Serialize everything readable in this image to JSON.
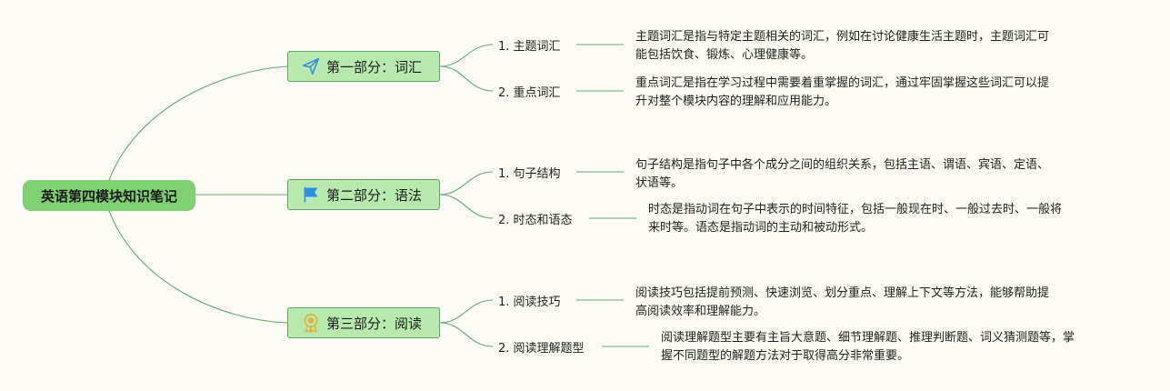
{
  "root": {
    "title": "英语第四模块知识笔记"
  },
  "sections": [
    {
      "title": "第一部分：词汇",
      "icon": "paper-plane-icon",
      "items": [
        {
          "label": "1. 主题词汇",
          "desc_lines": [
            "主题词汇是指与特定主题相关的词汇，例如在讨论健康生活主题时，主题词汇可",
            "能包括饮食、锻炼、心理健康等。"
          ]
        },
        {
          "label": "2. 重点词汇",
          "desc_lines": [
            "重点词汇是指在学习过程中需要着重掌握的词汇，通过牢固掌握这些词汇可以提",
            "升对整个模块内容的理解和应用能力。"
          ]
        }
      ]
    },
    {
      "title": "第二部分：语法",
      "icon": "flag-icon",
      "items": [
        {
          "label": "1. 句子结构",
          "desc_lines": [
            "句子结构是指句子中各个成分之间的组织关系，包括主语、谓语、宾语、定语、",
            "状语等。"
          ]
        },
        {
          "label": "2. 时态和语态",
          "desc_lines": [
            "时态是指动词在句子中表示的时间特征，包括一般现在时、一般过去时、一般将",
            "来时等。语态是指动词的主动和被动形式。"
          ]
        }
      ]
    },
    {
      "title": "第三部分：阅读",
      "icon": "award-medal-icon",
      "items": [
        {
          "label": "1. 阅读技巧",
          "desc_lines": [
            "阅读技巧包括提前预测、快速浏览、划分重点、理解上下文等方法，能够帮助提",
            "高阅读效率和理解能力。"
          ]
        },
        {
          "label": "2. 阅读理解题型",
          "desc_lines": [
            "阅读理解题型主要有主旨大意题、细节理解题、推理判断题、词义猜测题等，掌",
            "握不同题型的解题方法对于取得高分非常重要。"
          ]
        }
      ]
    }
  ],
  "colors": {
    "background": "#fdfcf4",
    "root_fill": "#7fcf73",
    "section_fill": "#b8eab0",
    "section_border": "#5da66c",
    "connector": "#6aa57a",
    "plane_icon": "#3e8fd6",
    "flag_icon": "#2f8fe0",
    "medal_icon": "#e0b43a"
  }
}
